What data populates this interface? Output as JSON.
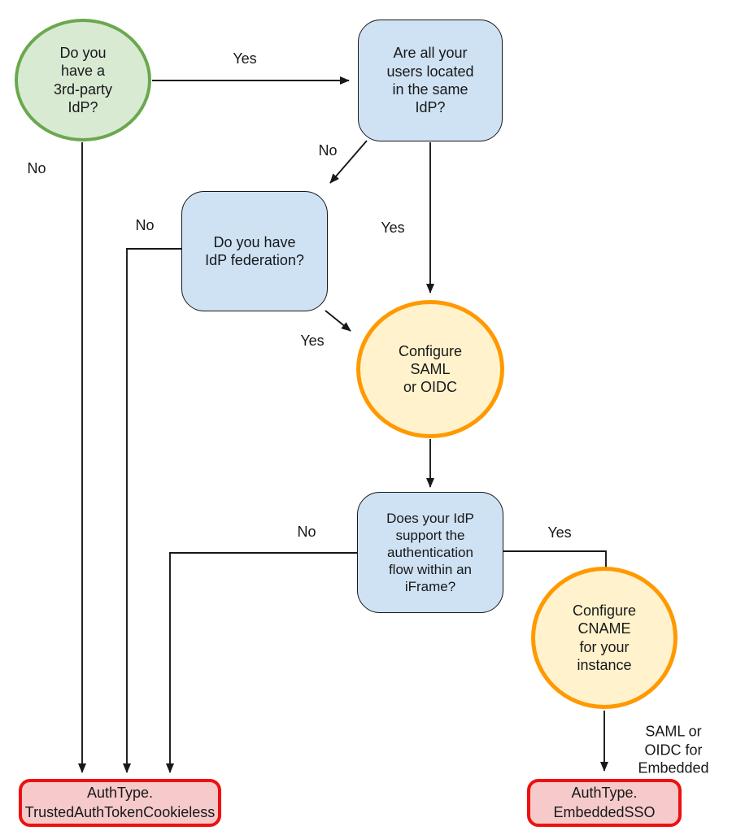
{
  "diagram": {
    "description": "Authentication type decision flowchart",
    "nodes": {
      "start": {
        "label": "Do you\nhave a\n3rd-party\nIdP?",
        "shape": "circle",
        "fill": "#d9ead3",
        "border": "#6aa84f"
      },
      "same_idp": {
        "label": "Are all your\nusers located\nin the same\nIdP?",
        "shape": "rounded-rect",
        "fill": "#cfe2f3",
        "border": "#17181a"
      },
      "federation": {
        "label": "Do you have\nIdP federation?",
        "shape": "rounded-rect",
        "fill": "#cfe2f3",
        "border": "#17181a"
      },
      "configure_saml": {
        "label": "Configure\nSAML\nor OIDC",
        "shape": "circle",
        "fill": "#fff2cc",
        "border": "#ff9900"
      },
      "iframe_support": {
        "label": "Does your IdP\nsupport the\nauthentication\nflow within an\niFrame?",
        "shape": "rounded-rect",
        "fill": "#cfe2f3",
        "border": "#17181a"
      },
      "configure_cname": {
        "label": "Configure\nCNAME\nfor your\ninstance",
        "shape": "circle",
        "fill": "#fff2cc",
        "border": "#ff9900"
      },
      "trusted_auth": {
        "label": "AuthType.\nTrustedAuthTokenCookieless",
        "shape": "rounded-rect",
        "fill": "#f6caca",
        "border": "#ee1010"
      },
      "embedded_sso": {
        "label": "AuthType.\nEmbeddedSSO",
        "shape": "rounded-rect",
        "fill": "#f6caca",
        "border": "#ee1010"
      }
    },
    "edge_labels": {
      "start_yes": "Yes",
      "start_no": "No",
      "same_idp_no": "No",
      "same_idp_yes": "Yes",
      "federation_no": "No",
      "federation_yes": "Yes",
      "iframe_no": "No",
      "iframe_yes": "Yes",
      "cname_note": "SAML or\nOIDC for\nEmbedded"
    },
    "colors": {
      "background": "#ffffff",
      "line": "#17181a",
      "text": "#17181a",
      "green_fill": "#d9ead3",
      "green_border": "#6aa84f",
      "blue_fill": "#cfe2f3",
      "orange_fill": "#fff2cc",
      "orange_border": "#ff9900",
      "red_fill": "#f6caca",
      "red_border": "#ee1010"
    }
  }
}
